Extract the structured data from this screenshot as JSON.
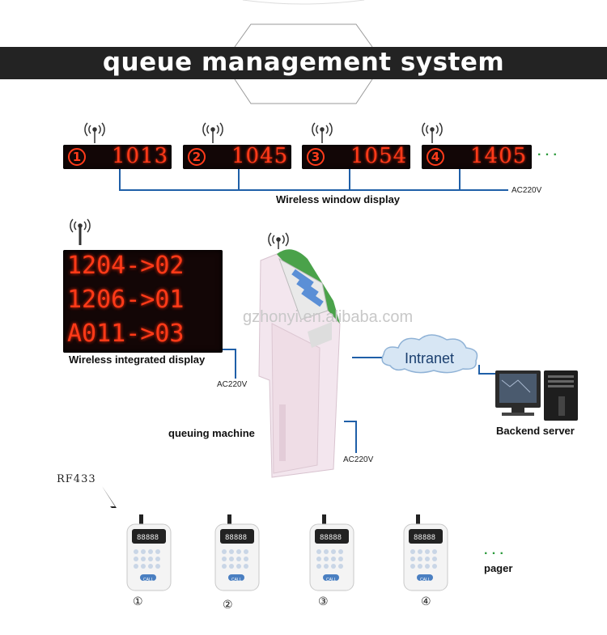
{
  "title": "queue management system",
  "window_displays": {
    "items": [
      {
        "index": "1",
        "number": "1013"
      },
      {
        "index": "2",
        "number": "1045"
      },
      {
        "index": "3",
        "number": "1054"
      },
      {
        "index": "4",
        "number": "1405"
      }
    ],
    "more": "· · ·",
    "label": "Wireless window display",
    "power": "AC220V"
  },
  "integrated_display": {
    "lines": [
      "1204->02",
      "1206->01",
      "A011->03"
    ],
    "label": "Wireless integrated display",
    "power": "AC220V"
  },
  "watermark": "gzhonyi.en.alibaba.com",
  "queuing_machine": {
    "label": "queuing machine",
    "power": "AC220V"
  },
  "network": {
    "label": "Intranet"
  },
  "server": {
    "label": "Backend server"
  },
  "rf": {
    "label": "RF433"
  },
  "pagers": {
    "numbers": [
      "①",
      "②",
      "③",
      "④"
    ],
    "more": "· · ·",
    "label": "pager",
    "screen_text": "88888",
    "call_label": "CALL"
  },
  "colors": {
    "led": "#ff3b1a",
    "banner": "#232323",
    "wire": "#1f5fa8",
    "cloud": "#d7e6f4"
  }
}
